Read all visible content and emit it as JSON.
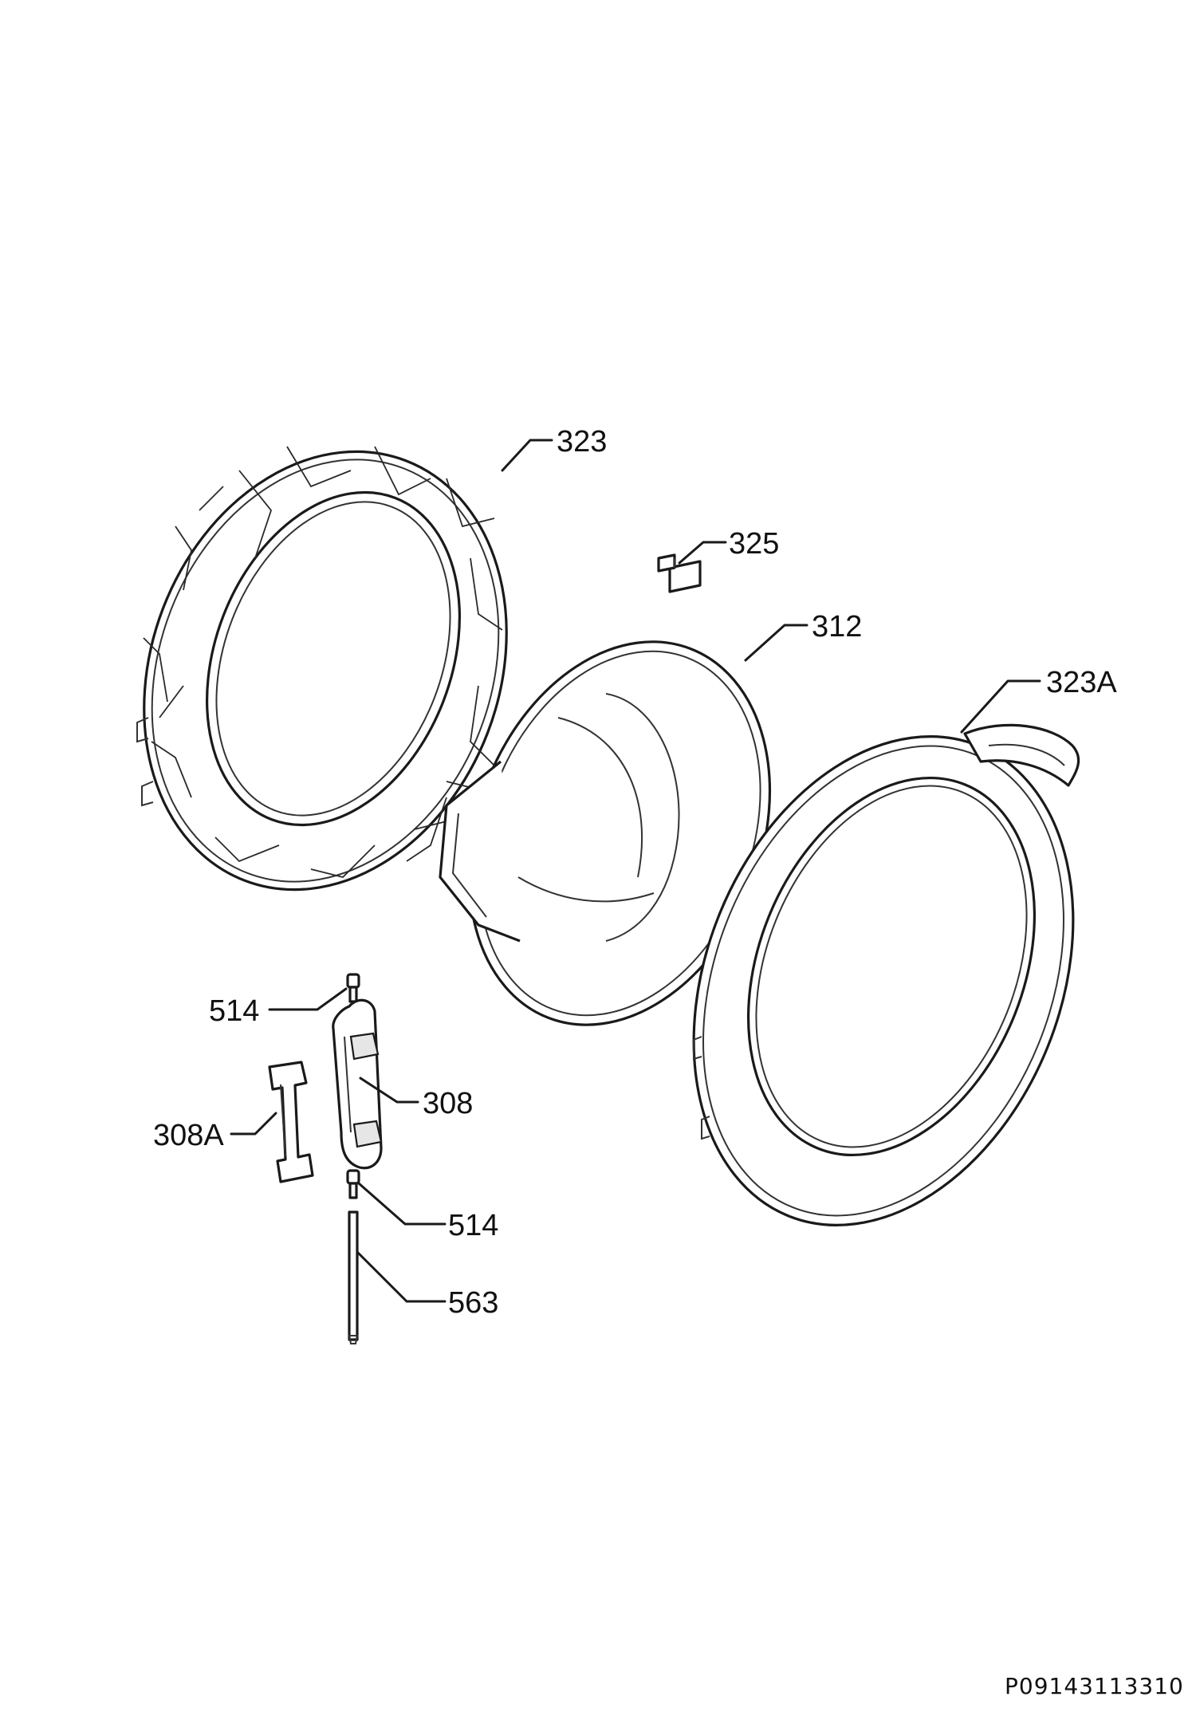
{
  "callouts": {
    "c323": "323",
    "c325": "325",
    "c312": "312",
    "c323a": "323A",
    "c514_top": "514",
    "c308": "308",
    "c308a": "308A",
    "c514_bottom": "514",
    "c563": "563"
  },
  "document_code": "P09143113310"
}
